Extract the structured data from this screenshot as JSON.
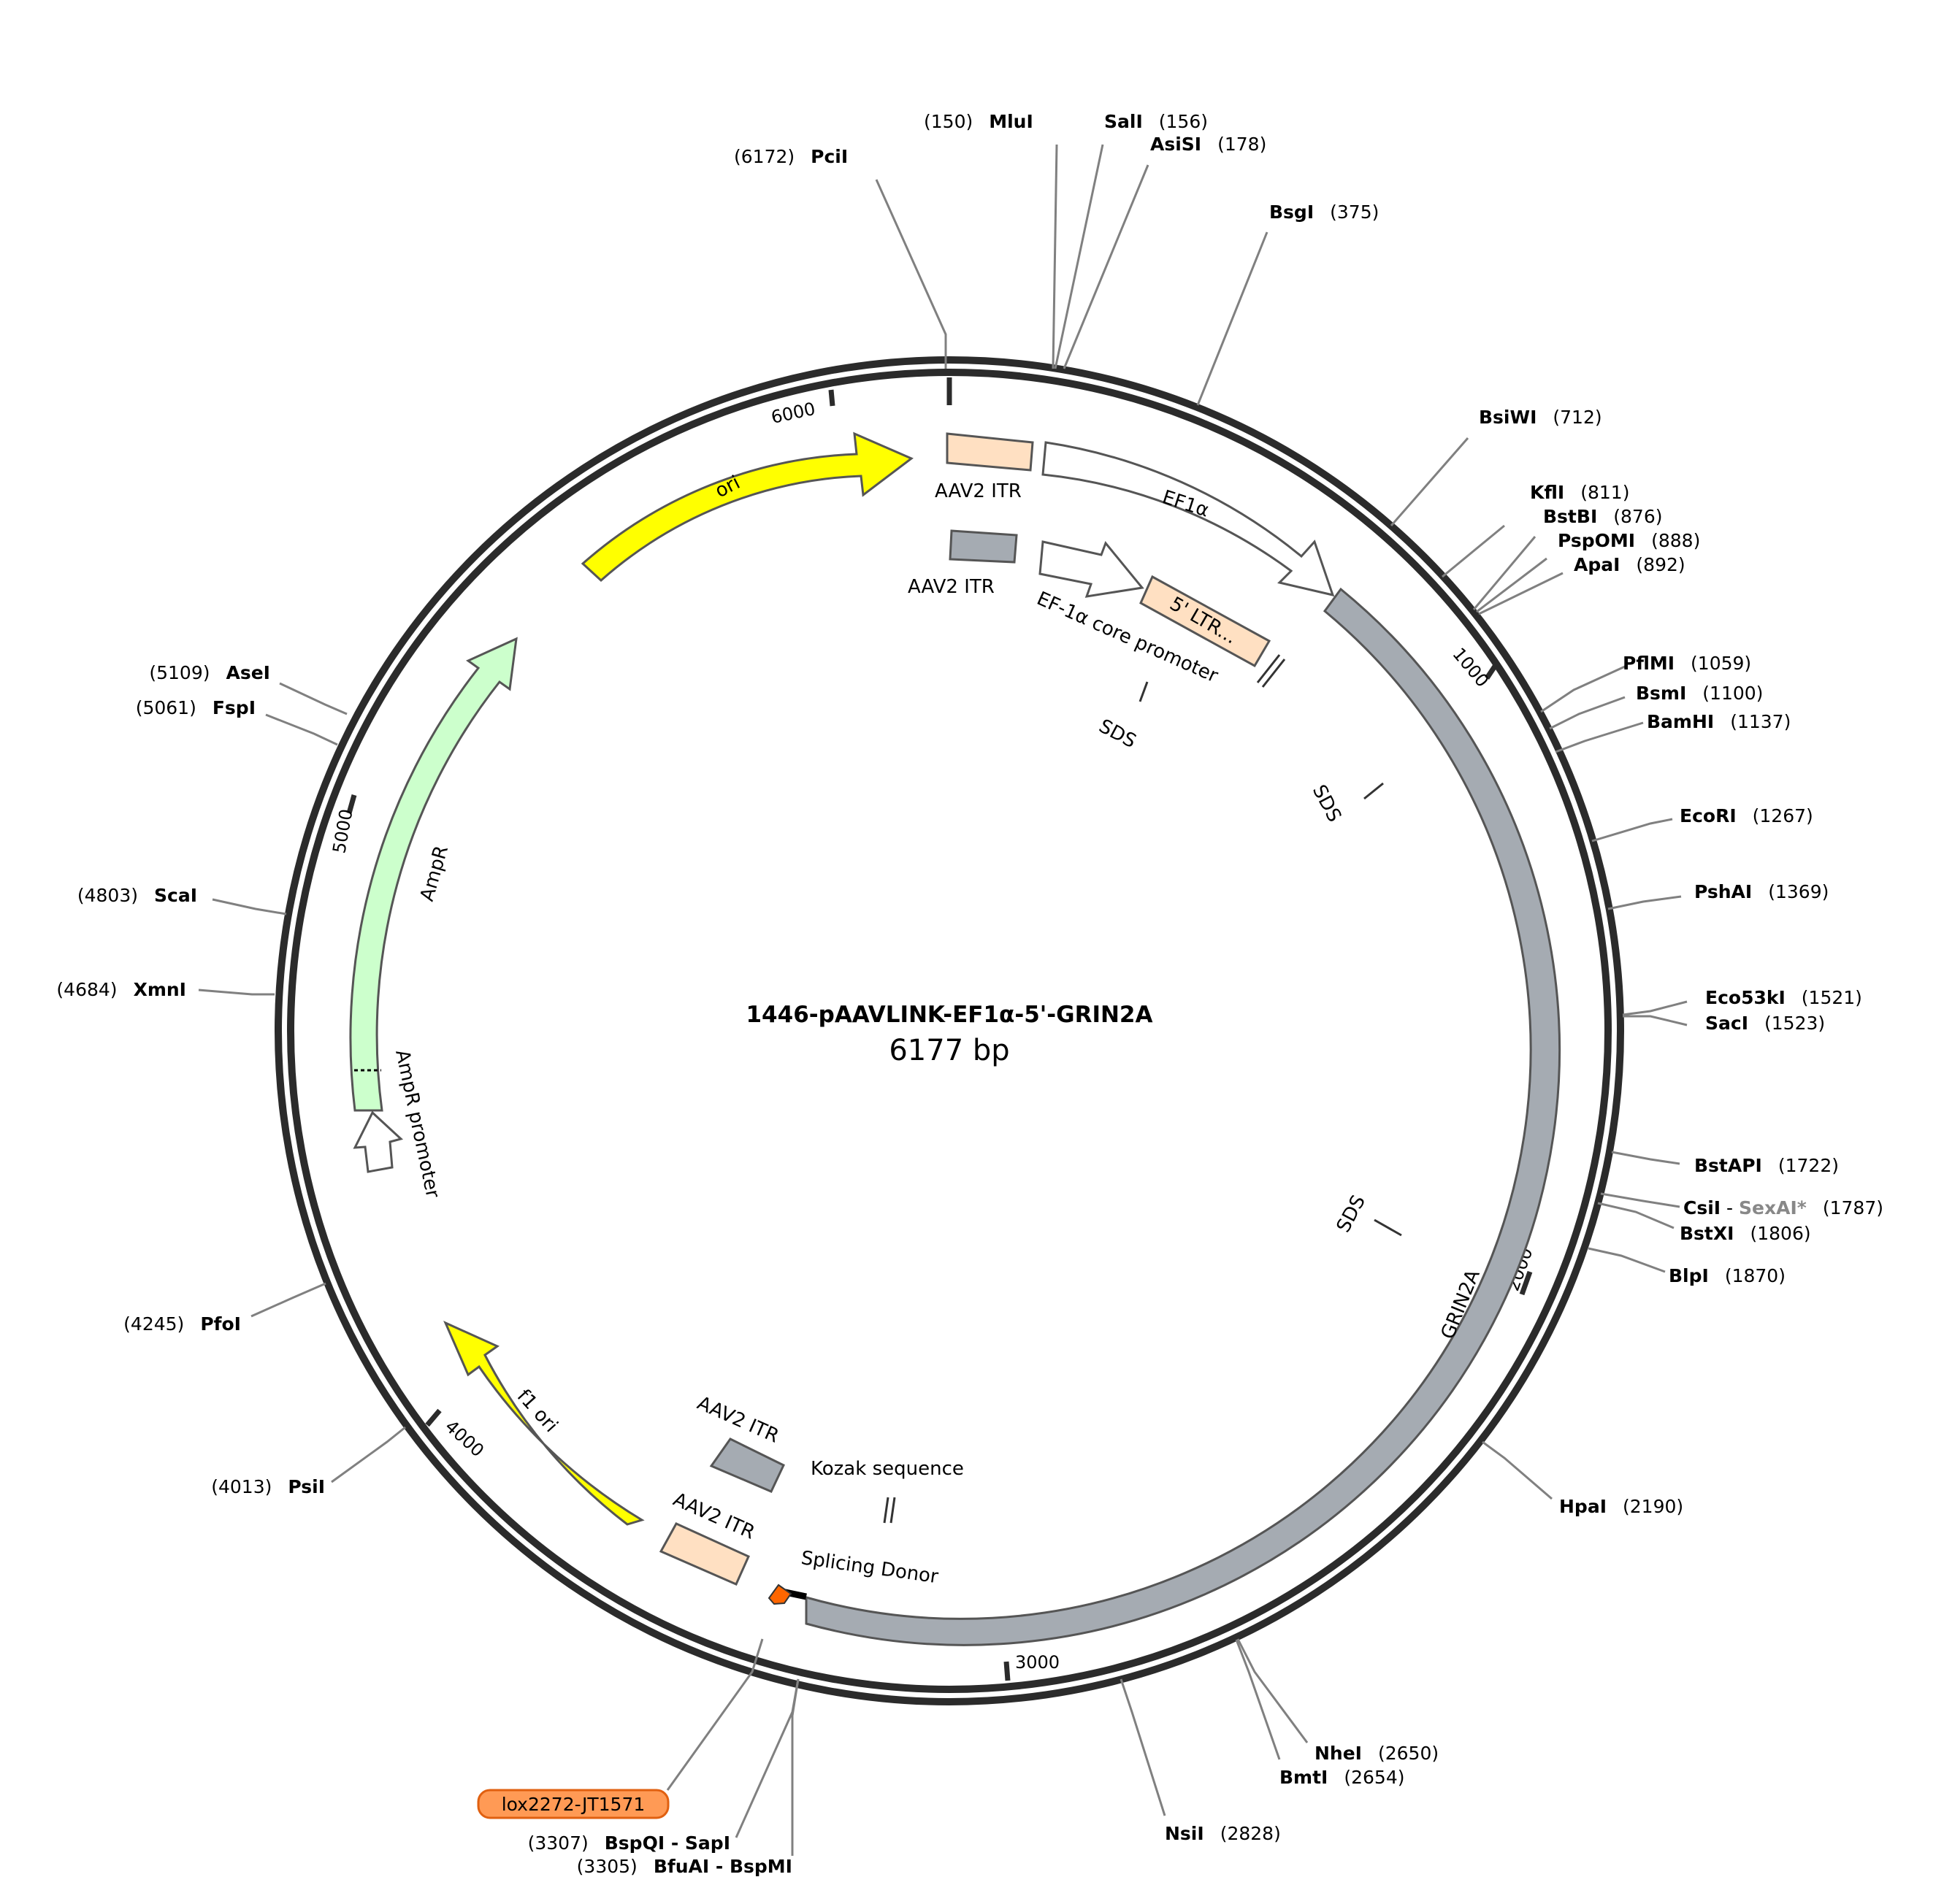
{
  "title": "1446-pAAVLINK-EF1α-5'-GRIN2A",
  "length_label": "6177 bp",
  "total_bp": 6177,
  "tick_labels": [
    "1000",
    "2000",
    "3000",
    "4000",
    "5000",
    "6000"
  ],
  "colors": {
    "backbone": "#2b2b2b",
    "ori": "#ffff00",
    "ampr": "#ccffcc",
    "itr_light": "#ffe0c2",
    "itr_gray": "#a5abb2",
    "grin2a": "#a5abb2",
    "lox": "#ff9a55",
    "line": "#808080"
  },
  "features": {
    "ori": "ori",
    "aav2_itr": "AAV2 ITR",
    "ef1a": "EF1α",
    "ef1a_core": "EF-1α core promoter",
    "ltr": "5' LTR...",
    "sds": "SDS",
    "grin2a": "GRIN2A",
    "ampr": "AmpR",
    "ampr_promoter": "AmpR promoter",
    "f1_ori": "f1 ori",
    "kozak": "Kozak sequence",
    "splicing_donor": "Splicing Donor",
    "lox": "lox2272-JT1571"
  },
  "sites": [
    {
      "name": "MluI",
      "pos": "(150)"
    },
    {
      "name": "SalI",
      "pos": "(156)"
    },
    {
      "name": "AsiSI",
      "pos": "(178)"
    },
    {
      "name": "PciI",
      "pos": "(6172)"
    },
    {
      "name": "BsgI",
      "pos": "(375)"
    },
    {
      "name": "BsiWI",
      "pos": "(712)"
    },
    {
      "name": "KflI",
      "pos": "(811)"
    },
    {
      "name": "BstBI",
      "pos": "(876)"
    },
    {
      "name": "PspOMI",
      "pos": "(888)"
    },
    {
      "name": "ApaI",
      "pos": "(892)"
    },
    {
      "name": "PflMI",
      "pos": "(1059)"
    },
    {
      "name": "BsmI",
      "pos": "(1100)"
    },
    {
      "name": "BamHI",
      "pos": "(1137)"
    },
    {
      "name": "EcoRI",
      "pos": "(1267)"
    },
    {
      "name": "PshAI",
      "pos": "(1369)"
    },
    {
      "name": "Eco53kI",
      "pos": "(1521)"
    },
    {
      "name": "SacI",
      "pos": "(1523)"
    },
    {
      "name": "BstAPI",
      "pos": "(1722)"
    },
    {
      "name": "CsiI",
      "sep": " - ",
      "extra": "SexAI*",
      "pos": "(1787)"
    },
    {
      "name": "BstXI",
      "pos": "(1806)"
    },
    {
      "name": "BlpI",
      "pos": "(1870)"
    },
    {
      "name": "HpaI",
      "pos": "(2190)"
    },
    {
      "name": "NheI",
      "pos": "(2650)"
    },
    {
      "name": "BmtI",
      "pos": "(2654)"
    },
    {
      "name": "NsiI",
      "pos": "(2828)"
    },
    {
      "name": "AseI",
      "pos": "(5109)"
    },
    {
      "name": "FspI",
      "pos": "(5061)"
    },
    {
      "name": "ScaI",
      "pos": "(4803)"
    },
    {
      "name": "XmnI",
      "pos": "(4684)"
    },
    {
      "name": "PfoI",
      "pos": "(4245)"
    },
    {
      "name": "PsiI",
      "pos": "(4013)"
    },
    {
      "name": "BspQI - SapI",
      "pos": "(3307)"
    },
    {
      "name": "BfuAI - BspMI",
      "pos": "(3305)"
    }
  ]
}
